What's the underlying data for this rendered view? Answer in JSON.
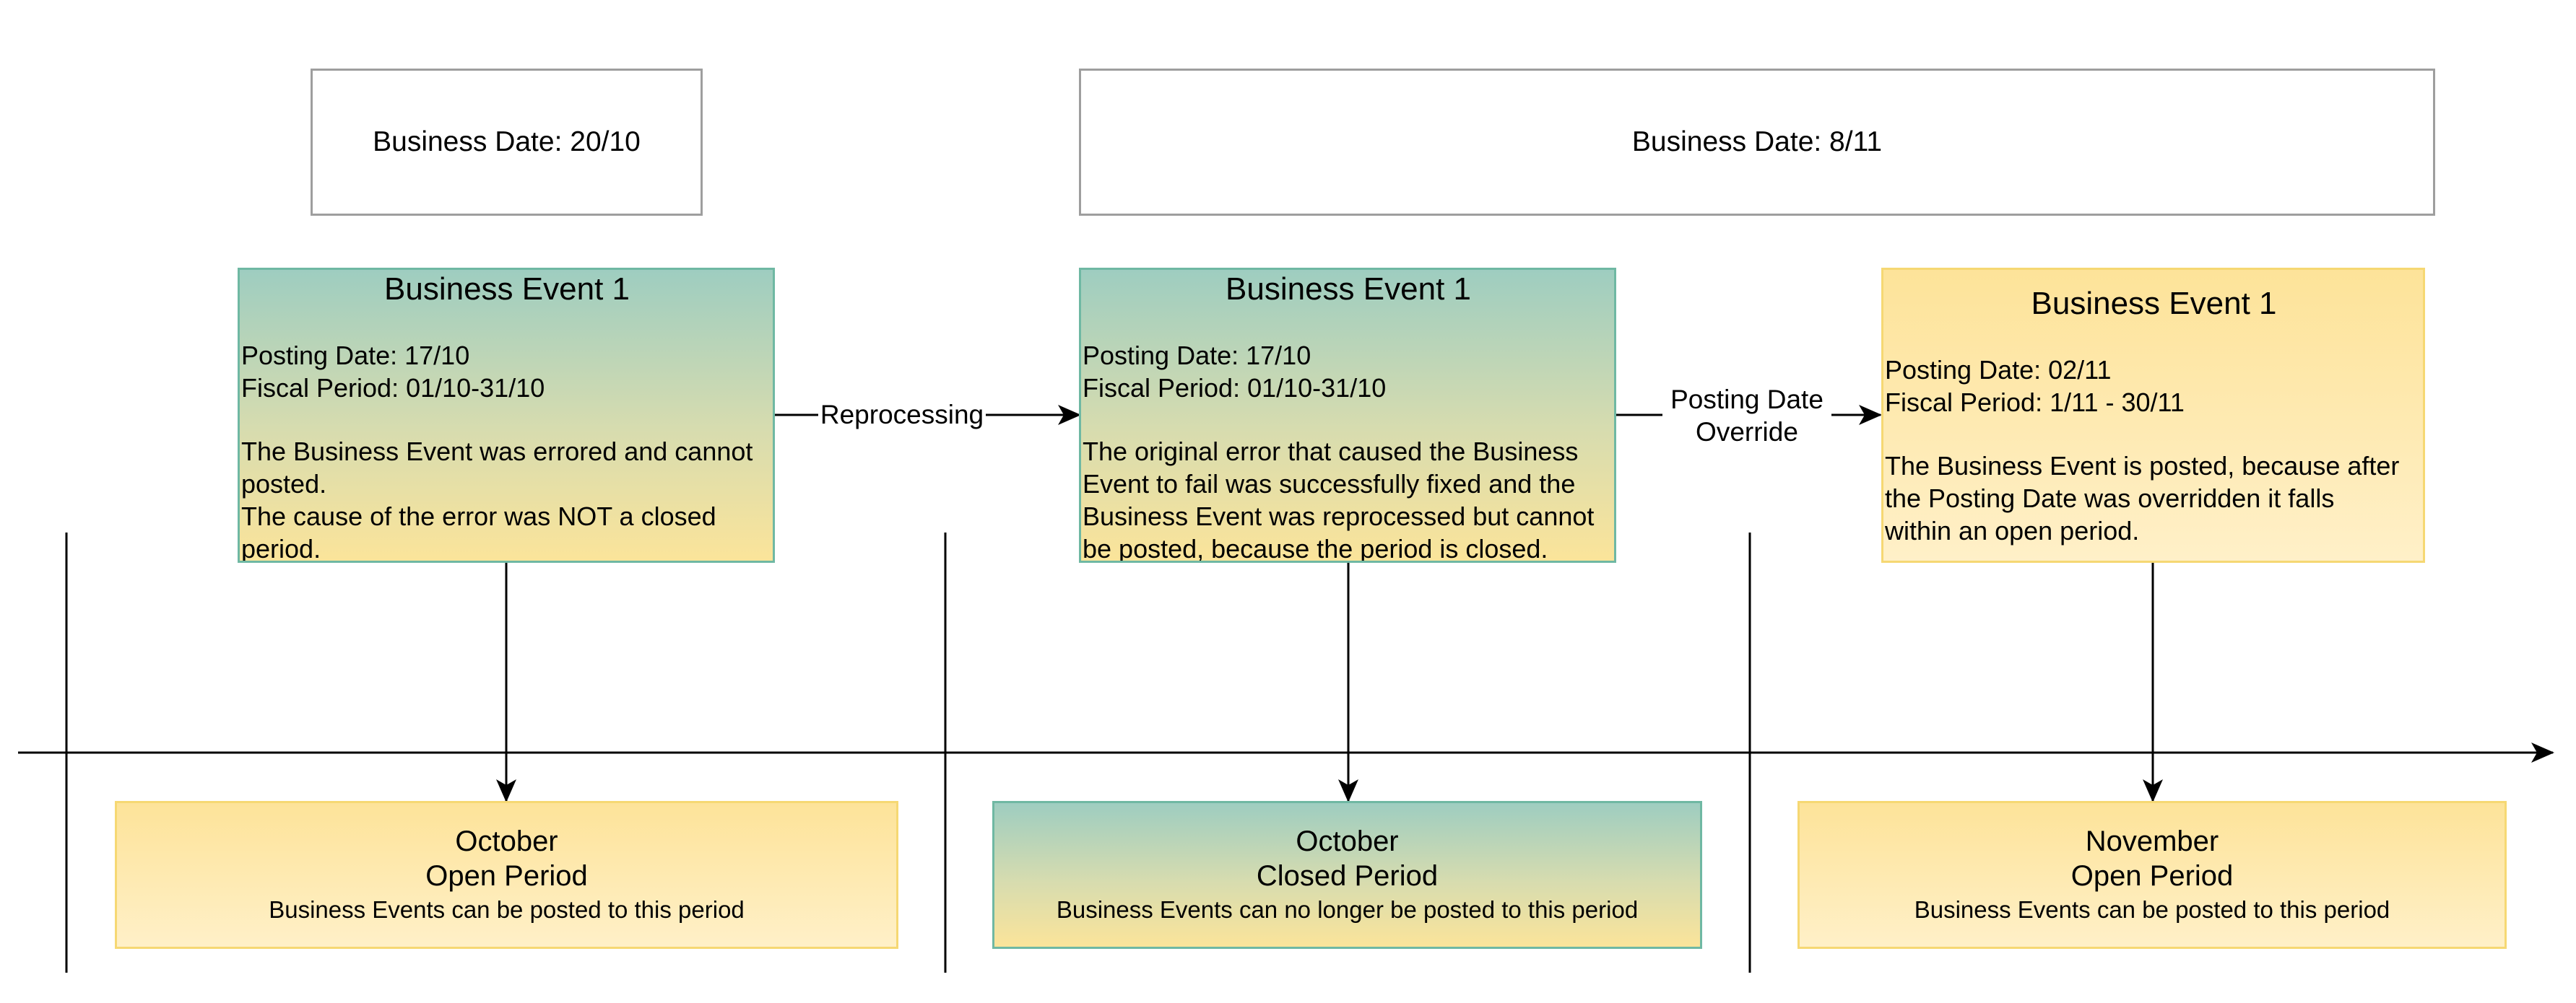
{
  "business_dates": {
    "first": "Business Date: 20/10",
    "second": "Business Date: 8/11"
  },
  "events": {
    "e1": {
      "title": "Business Event 1",
      "posting_date": "Posting Date: 17/10",
      "fiscal_period": "Fiscal Period: 01/10-31/10",
      "desc_lines": [
        "The Business Event was errored and cannot",
        "posted.",
        "The cause of the error was NOT a closed",
        "period."
      ]
    },
    "e2": {
      "title": "Business Event 1",
      "posting_date": "Posting Date: 17/10",
      "fiscal_period": "Fiscal Period: 01/10-31/10",
      "desc_lines": [
        "The original error that caused the Business",
        "Event to fail was successfully fixed and the",
        "Business Event was reprocessed but cannot",
        "be posted, because the period is closed."
      ]
    },
    "e3": {
      "title": "Business Event 1",
      "posting_date": "Posting Date: 02/11",
      "fiscal_period": "Fiscal Period: 1/11 - 30/11",
      "desc_lines": [
        "The Business Event is posted, because after",
        "the Posting Date was overridden it falls",
        "within an open period."
      ]
    }
  },
  "edges": {
    "reprocessing": "Reprocessing",
    "override_line1": "Posting Date",
    "override_line2": "Override"
  },
  "periods": {
    "p1": {
      "month": "October",
      "status": "Open Period",
      "desc": "Business Events can be posted to this period"
    },
    "p2": {
      "month": "October",
      "status": "Closed Period",
      "desc": "Business Events can no longer be posted to this period"
    },
    "p3": {
      "month": "November",
      "status": "Open Period",
      "desc": "Business Events can be posted to this period"
    }
  },
  "colors": {
    "teal_border": "#6fb8a3",
    "yellow_border": "#f6d873",
    "gray_border": "#9e9e9e",
    "line": "#000000"
  }
}
